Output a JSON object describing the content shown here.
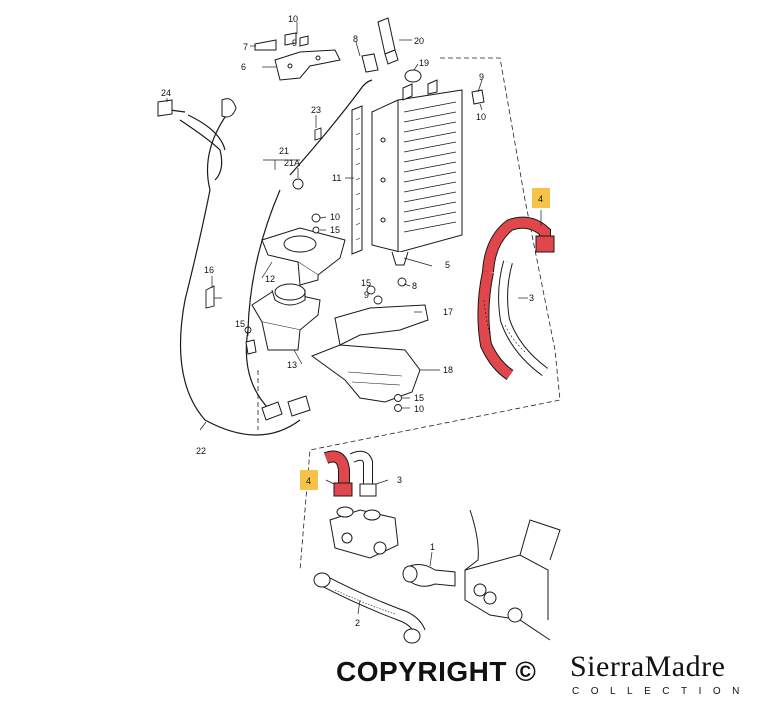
{
  "labels": {
    "l1": "1",
    "l2": "2",
    "l3a": "3",
    "l3b": "3",
    "l4a": "4",
    "l4b": "4",
    "l5": "5",
    "l6": "6",
    "l7": "7",
    "l8a": "8",
    "l8b": "8",
    "l9a": "9",
    "l9b": "9",
    "l10a": "10",
    "l10b": "10",
    "l10c": "10",
    "l10d": "10",
    "l11": "11",
    "l12": "12",
    "l13": "13",
    "l15a": "15",
    "l15b": "15",
    "l15c": "15",
    "l15d": "15",
    "l16": "16",
    "l17": "17",
    "l18": "18",
    "l19": "19",
    "l20": "20",
    "l21": "21",
    "l21a": "21A",
    "l22": "22",
    "l23": "23",
    "l24": "24"
  },
  "colors": {
    "highlight_hose": "#e0474c",
    "highlight_label_bg": "#f7c24a",
    "line": "#1a1a1a"
  },
  "footer": {
    "copyright": "COPYRIGHT ©",
    "brand": "SierraMadre",
    "brand_sub": "COLLECTION"
  }
}
